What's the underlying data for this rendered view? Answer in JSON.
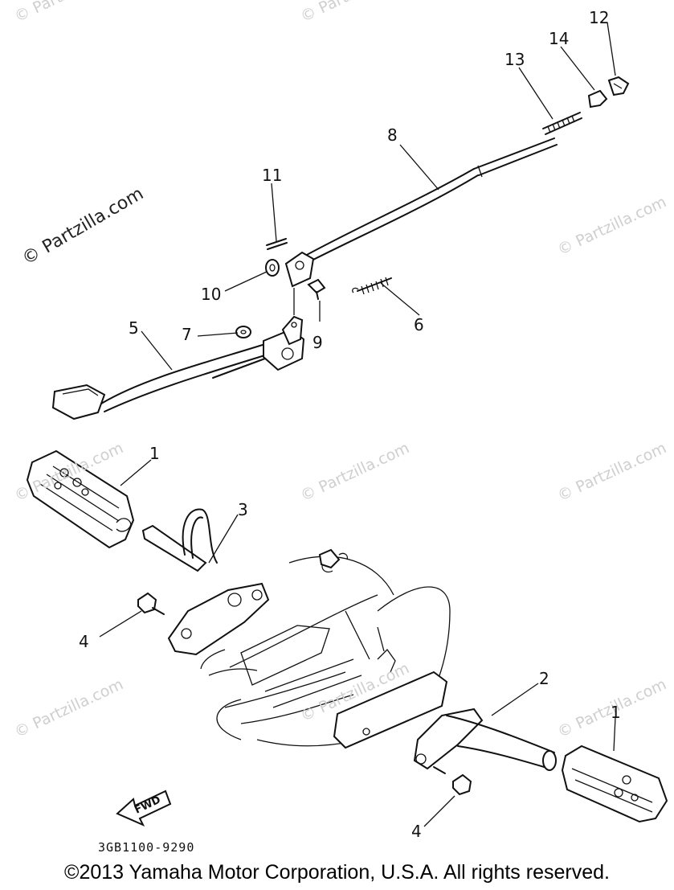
{
  "watermark": {
    "text": "© Partzilla.com"
  },
  "callouts": [
    {
      "id": "1a",
      "label": "1"
    },
    {
      "id": "1b",
      "label": "1"
    },
    {
      "id": "2",
      "label": "2"
    },
    {
      "id": "3",
      "label": "3"
    },
    {
      "id": "4a",
      "label": "4"
    },
    {
      "id": "4b",
      "label": "4"
    },
    {
      "id": "5",
      "label": "5"
    },
    {
      "id": "6",
      "label": "6"
    },
    {
      "id": "7",
      "label": "7"
    },
    {
      "id": "8",
      "label": "8"
    },
    {
      "id": "9",
      "label": "9"
    },
    {
      "id": "10",
      "label": "10"
    },
    {
      "id": "11",
      "label": "11"
    },
    {
      "id": "12",
      "label": "12"
    },
    {
      "id": "13",
      "label": "13"
    },
    {
      "id": "14",
      "label": "14"
    }
  ],
  "fwd_arrow": {
    "label": "FWD",
    "icon": "fwd-arrow-icon"
  },
  "drawing_code": "3GB1100-9290",
  "copyright": "©2013  Yamaha Motor Corporation, U.S.A. All rights reserved."
}
